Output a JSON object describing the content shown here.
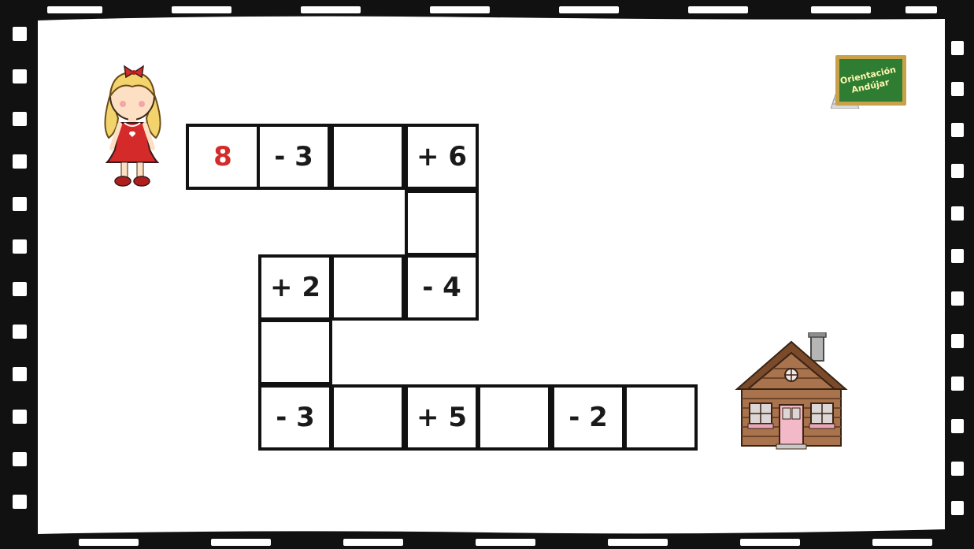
{
  "worksheet": {
    "badge": {
      "line1": "Orientación",
      "line2": "Andújar",
      "icon": "chalkboard-logo-icon"
    },
    "start_character_icon": "girl-icon",
    "goal_icon": "log-cabin-icon",
    "colors": {
      "start_number": "#d42a2a",
      "cell_border": "#111111",
      "badge_board": "#2e7d32",
      "badge_frame": "#c8a24a"
    },
    "cells": [
      {
        "id": "c1",
        "text": "8",
        "start": true
      },
      {
        "id": "c2",
        "text": "- 3"
      },
      {
        "id": "c3",
        "text": ""
      },
      {
        "id": "c4",
        "text": "+ 6"
      },
      {
        "id": "c5",
        "text": ""
      },
      {
        "id": "c6",
        "text": "- 4"
      },
      {
        "id": "c7",
        "text": ""
      },
      {
        "id": "c8",
        "text": "+ 2"
      },
      {
        "id": "c9",
        "text": ""
      },
      {
        "id": "c10",
        "text": "- 3"
      },
      {
        "id": "c11",
        "text": ""
      },
      {
        "id": "c12",
        "text": "+ 5"
      },
      {
        "id": "c13",
        "text": ""
      },
      {
        "id": "c14",
        "text": "- 2"
      },
      {
        "id": "c15",
        "text": ""
      }
    ]
  }
}
